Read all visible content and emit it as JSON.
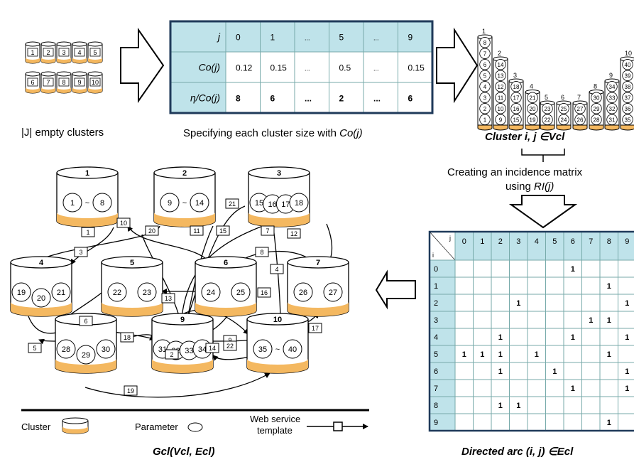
{
  "empty_clusters": {
    "row1": [
      "1",
      "2",
      "3",
      "4",
      "5"
    ],
    "row2": [
      "6",
      "7",
      "8",
      "9",
      "10"
    ],
    "caption": "|J| empty clusters"
  },
  "size_table": {
    "headers": [
      "j",
      "Co(j)",
      "η/Co(j)"
    ],
    "cols": [
      "0",
      "1",
      "...",
      "5",
      "...",
      "9"
    ],
    "co": [
      "0.12",
      "0.15",
      "...",
      "0.5",
      "...",
      "0.15"
    ],
    "eta": [
      "8",
      "6",
      "...",
      "2",
      "...",
      "6"
    ],
    "caption_prefix": "Specifying each cluster size with ",
    "caption_italic": "Co(j)"
  },
  "stacks": {
    "caption": "Cluster i, j ∈Vcl",
    "items": [
      {
        "label": "1",
        "params": [
          "1",
          "2",
          "3",
          "4",
          "5",
          "6",
          "7",
          "8"
        ]
      },
      {
        "label": "2",
        "params": [
          "9",
          "10",
          "11",
          "12",
          "13",
          "14"
        ]
      },
      {
        "label": "3",
        "params": [
          "15",
          "16",
          "17",
          "18"
        ]
      },
      {
        "label": "4",
        "params": [
          "19",
          "20",
          "21"
        ]
      },
      {
        "label": "5",
        "params": [
          "22",
          "23"
        ]
      },
      {
        "label": "6",
        "params": [
          "24",
          "25"
        ]
      },
      {
        "label": "7",
        "params": [
          "26",
          "27"
        ]
      },
      {
        "label": "8",
        "params": [
          "28",
          "29",
          "30"
        ]
      },
      {
        "label": "9",
        "params": [
          "31",
          "32",
          "33",
          "34"
        ]
      },
      {
        "label": "10",
        "params": [
          "35",
          "36",
          "37",
          "38",
          "39",
          "40"
        ]
      }
    ]
  },
  "incidence_step": {
    "line1": "Creating an incidence matrix",
    "line2_prefix": "using ",
    "line2_italic": "RI(j)"
  },
  "matrix": {
    "corner_j": "j",
    "corner_i": "i",
    "cols": [
      "0",
      "1",
      "2",
      "3",
      "4",
      "5",
      "6",
      "7",
      "8",
      "9"
    ],
    "rows": [
      "0",
      "1",
      "2",
      "3",
      "4",
      "5",
      "6",
      "7",
      "8",
      "9"
    ],
    "one": "1",
    "cells": [
      [
        6
      ],
      [
        8
      ],
      [
        3,
        9
      ],
      [
        7,
        8
      ],
      [
        2,
        6,
        9
      ],
      [
        0,
        1,
        2,
        4,
        8
      ],
      [
        2,
        5,
        9
      ],
      [
        6,
        9
      ],
      [
        2,
        3
      ],
      [
        8
      ]
    ],
    "caption": "Directed arc (i, j) ∈Ecl"
  },
  "graph": {
    "clusters": [
      {
        "label": "1",
        "p": [
          "1",
          "~",
          "8"
        ]
      },
      {
        "label": "2",
        "p": [
          "9",
          "~",
          "14"
        ]
      },
      {
        "label": "3",
        "p": [
          "15",
          "16",
          "17",
          "18"
        ]
      },
      {
        "label": "4",
        "p": [
          "19",
          "20",
          "21"
        ]
      },
      {
        "label": "5",
        "p": [
          "22",
          "23"
        ]
      },
      {
        "label": "6",
        "p": [
          "24",
          "25"
        ]
      },
      {
        "label": "7",
        "p": [
          "26",
          "27"
        ]
      },
      {
        "label": "8",
        "p": [
          "28",
          "29",
          "30"
        ]
      },
      {
        "label": "9",
        "p": [
          "31",
          "32",
          "33",
          "34"
        ]
      },
      {
        "label": "10",
        "p": [
          "35",
          "~",
          "40"
        ]
      }
    ],
    "templates": [
      "1",
      "2",
      "3",
      "4",
      "5",
      "6",
      "7",
      "8",
      "9",
      "10",
      "11",
      "12",
      "13",
      "14",
      "15",
      "16",
      "17",
      "18",
      "19",
      "20",
      "21",
      "22"
    ],
    "caption": "Gcl(Vcl, Ecl)"
  },
  "legend": {
    "cluster": "Cluster",
    "parameter": "Parameter",
    "ws_line1": "Web service",
    "ws_line2": "template"
  },
  "colors": {
    "teal": "#bfe3ea",
    "gold": "#f4b860",
    "table_border": "#1f3a5a"
  }
}
